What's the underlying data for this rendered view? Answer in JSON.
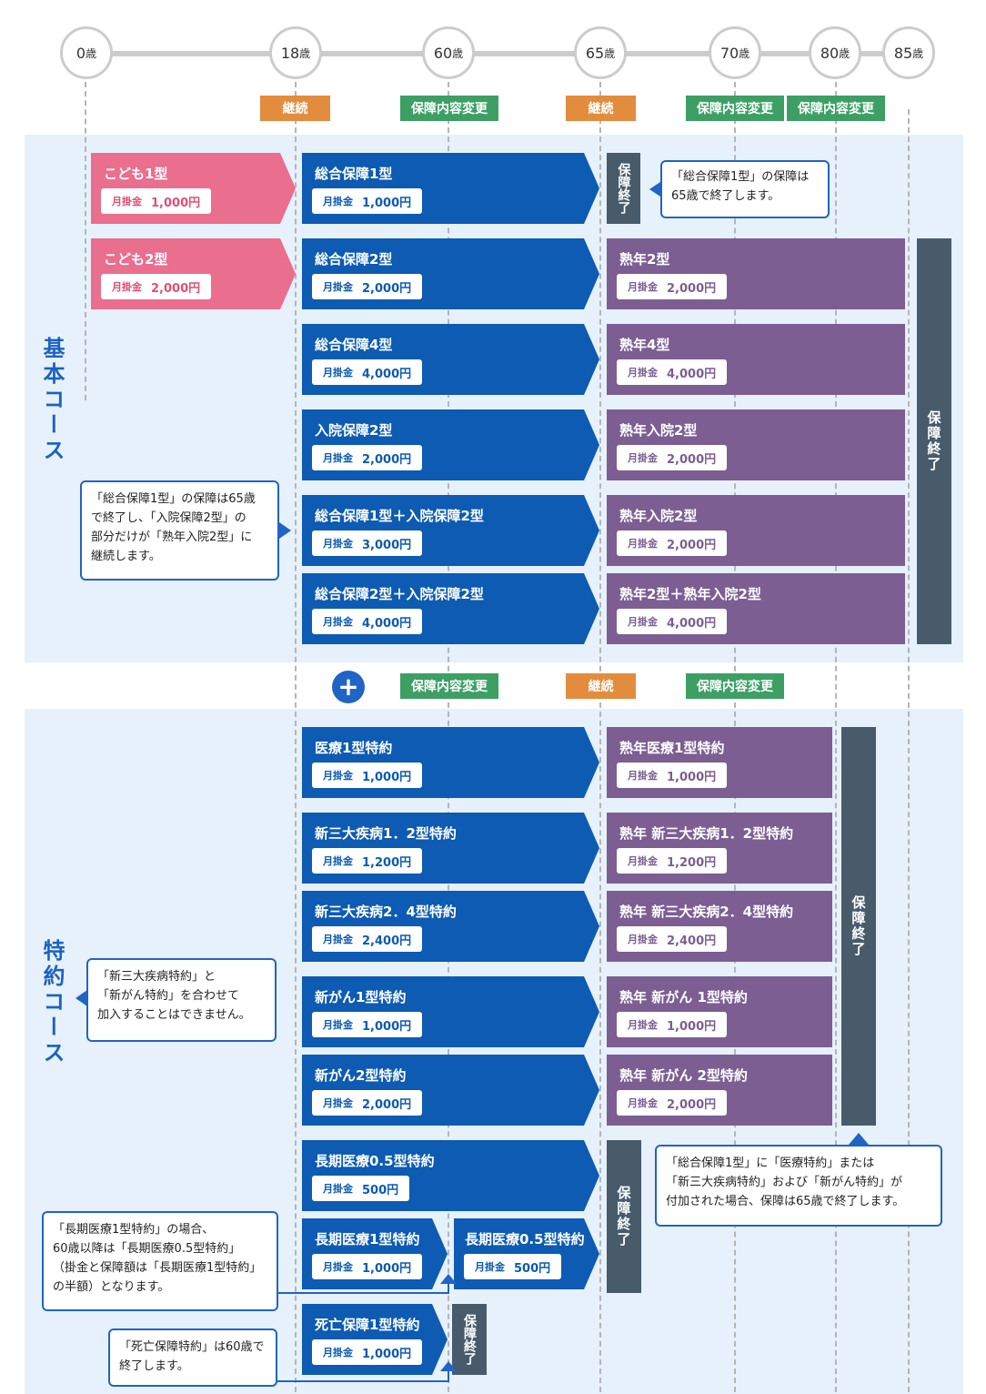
{
  "timeline": {
    "ages": [
      {
        "num": "0",
        "unit": "歳"
      },
      {
        "num": "18",
        "unit": "歳"
      },
      {
        "num": "60",
        "unit": "歳"
      },
      {
        "num": "65",
        "unit": "歳"
      },
      {
        "num": "70",
        "unit": "歳"
      },
      {
        "num": "80",
        "unit": "歳"
      },
      {
        "num": "85",
        "unit": "歳"
      }
    ]
  },
  "tags": {
    "keizoku": "継続",
    "henkou": "保障内容変更"
  },
  "end_label": "保障終了",
  "price_label": "月掛金",
  "basic": {
    "title": "基本コース",
    "kids": [
      {
        "name": "こども1型",
        "price": "1,000円"
      },
      {
        "name": "こども2型",
        "price": "2,000円"
      }
    ],
    "main": [
      {
        "name": "総合保障1型",
        "price": "1,000円"
      },
      {
        "name": "総合保障2型",
        "price": "2,000円"
      },
      {
        "name": "総合保障4型",
        "price": "4,000円"
      },
      {
        "name": "入院保障2型",
        "price": "2,000円"
      },
      {
        "name": "総合保障1型＋入院保障2型",
        "price": "3,000円"
      },
      {
        "name": "総合保障2型＋入院保障2型",
        "price": "4,000円"
      }
    ],
    "senior": [
      {
        "name": "熟年2型",
        "price": "2,000円"
      },
      {
        "name": "熟年4型",
        "price": "4,000円"
      },
      {
        "name": "熟年入院2型",
        "price": "2,000円"
      },
      {
        "name": "熟年入院2型",
        "price": "2,000円"
      },
      {
        "name": "熟年2型＋熟年入院2型",
        "price": "4,000円"
      }
    ],
    "note1": "「総合保障1型」の保障は\n65歳で終了します。",
    "note2": "「総合保障1型」の保障は65歳\nで終了し、「入院保障2型」の\n部分だけが「熟年入院2型」に\n継続します。"
  },
  "special": {
    "title": "特約コース",
    "main": [
      {
        "name": "医療1型特約",
        "price": "1,000円"
      },
      {
        "name": "新三大疾病1．2型特約",
        "price": "1,200円"
      },
      {
        "name": "新三大疾病2．4型特約",
        "price": "2,400円"
      },
      {
        "name": "新がん1型特約",
        "price": "1,000円"
      },
      {
        "name": "新がん2型特約",
        "price": "2,000円"
      },
      {
        "name": "長期医療0.5型特約",
        "price": "500円"
      },
      {
        "name": "長期医療1型特約",
        "price": "1,000円"
      },
      {
        "name": "死亡保障1型特約",
        "price": "1,000円"
      }
    ],
    "sub": {
      "name": "長期医療0.5型特約",
      "price": "500円"
    },
    "senior": [
      {
        "name": "熟年医療1型特約",
        "price": "1,000円"
      },
      {
        "name": "熟年 新三大疾病1．2型特約",
        "price": "1,200円"
      },
      {
        "name": "熟年 新三大疾病2．4型特約",
        "price": "2,400円"
      },
      {
        "name": "熟年 新がん 1型特約",
        "price": "1,000円"
      },
      {
        "name": "熟年 新がん 2型特約",
        "price": "2,000円"
      }
    ],
    "note_cancer": "「新三大疾病特約」と\n「新がん特約」を合わせて\n加入することはできません。",
    "note_long": "「長期医療1型特約」の場合、\n60歳以降は「長期医療0.5型特約」\n（掛金と保障額は「長期医療1型特約」\nの半額）となります。",
    "note_death": "「死亡保障特約」は60歳で\n終了します。",
    "note_combo": "「総合保障1型」に「医療特約」または\n「新三大疾病特約」および「新がん特約」が\n付加された場合、保障は65歳で終了します。"
  },
  "colors": {
    "blue": "#0d5bb2",
    "pink": "#ea6e8e",
    "purple": "#7c5e93",
    "end": "#475b6b",
    "orange": "#e38c3d",
    "green": "#3d9f64",
    "band": "#e7f1fb"
  }
}
